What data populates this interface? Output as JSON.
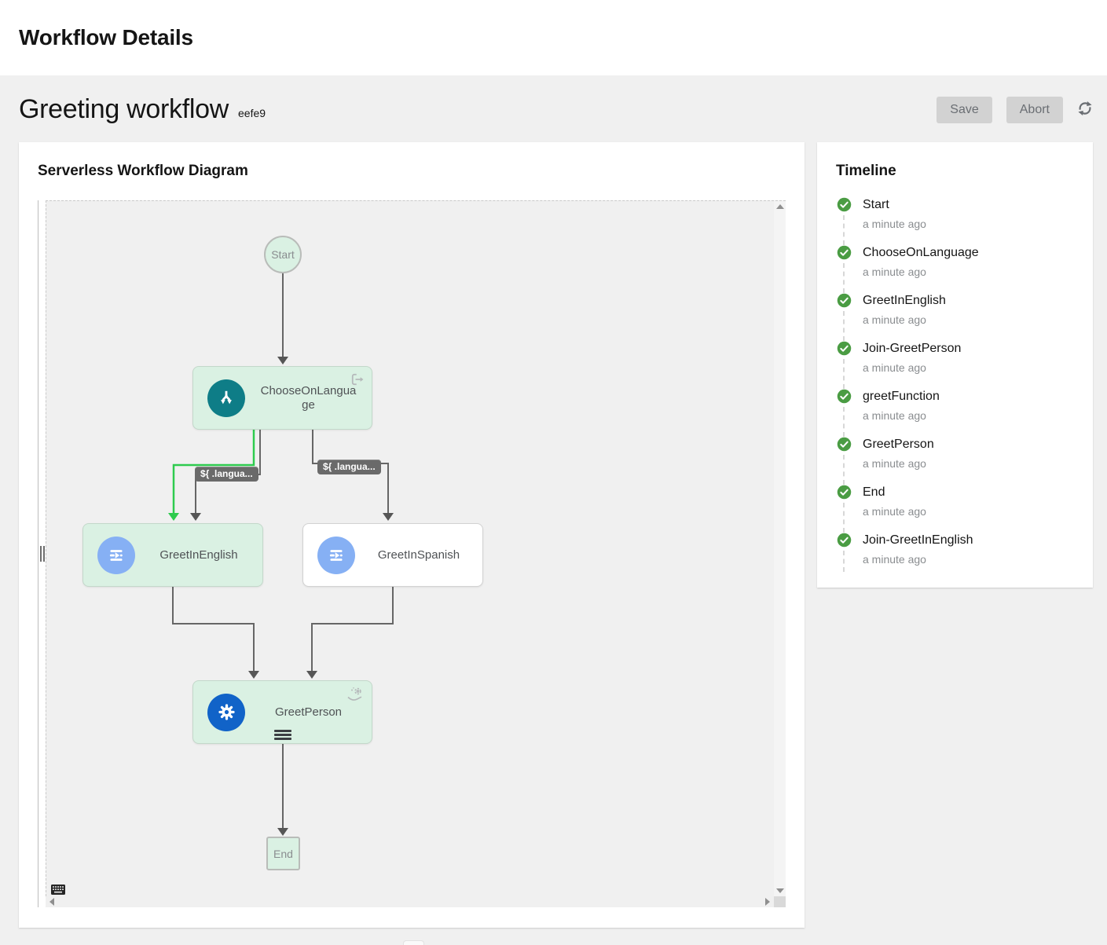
{
  "app": {
    "title": "Workflow Details"
  },
  "workflow": {
    "name": "Greeting workflow",
    "id_short": "eefe9",
    "save_label": "Save",
    "abort_label": "Abort"
  },
  "diagram": {
    "title": "Serverless Workflow Diagram",
    "nodes": {
      "start": {
        "label": "Start"
      },
      "choose": {
        "label": "ChooseOnLanguage"
      },
      "greet_english": {
        "label": "GreetInEnglish"
      },
      "greet_spanish": {
        "label": "GreetInSpanish"
      },
      "greet_person": {
        "label": "GreetPerson"
      },
      "end": {
        "label": "End"
      }
    },
    "edge_labels": {
      "to_english": "${ .langua...",
      "to_spanish": "${ .langua..."
    }
  },
  "timeline": {
    "title": "Timeline",
    "items": [
      {
        "label": "Start",
        "time": "a minute ago"
      },
      {
        "label": "ChooseOnLanguage",
        "time": "a minute ago"
      },
      {
        "label": "GreetInEnglish",
        "time": "a minute ago"
      },
      {
        "label": "Join-GreetPerson",
        "time": "a minute ago"
      },
      {
        "label": "greetFunction",
        "time": "a minute ago"
      },
      {
        "label": "GreetPerson",
        "time": "a minute ago"
      },
      {
        "label": "End",
        "time": "a minute ago"
      },
      {
        "label": "Join-GreetInEnglish",
        "time": "a minute ago"
      }
    ]
  },
  "icons": {
    "refresh": "sync-icon",
    "switch_state": "branch-icon",
    "switch_badge": "exit-arrow-icon",
    "inject_state": "inject-arrow-icon",
    "operation_state": "gear-icon",
    "operation_badge": "gear-hand-icon",
    "menu": "hamburger-icon",
    "keyboard": "keyboard-icon",
    "timeline_status": "check-circle-icon"
  },
  "colors": {
    "success_green": "#4a9c43",
    "node_fill_green": "#daf1e3",
    "edge_green": "#2ecb4e",
    "edge_gray": "#666666",
    "switch_icon_teal": "#0e7d87",
    "inject_icon_blue": "#86b0f4",
    "operation_icon_blue": "#1163c8",
    "disabled_button_bg": "#d2d2d2"
  }
}
